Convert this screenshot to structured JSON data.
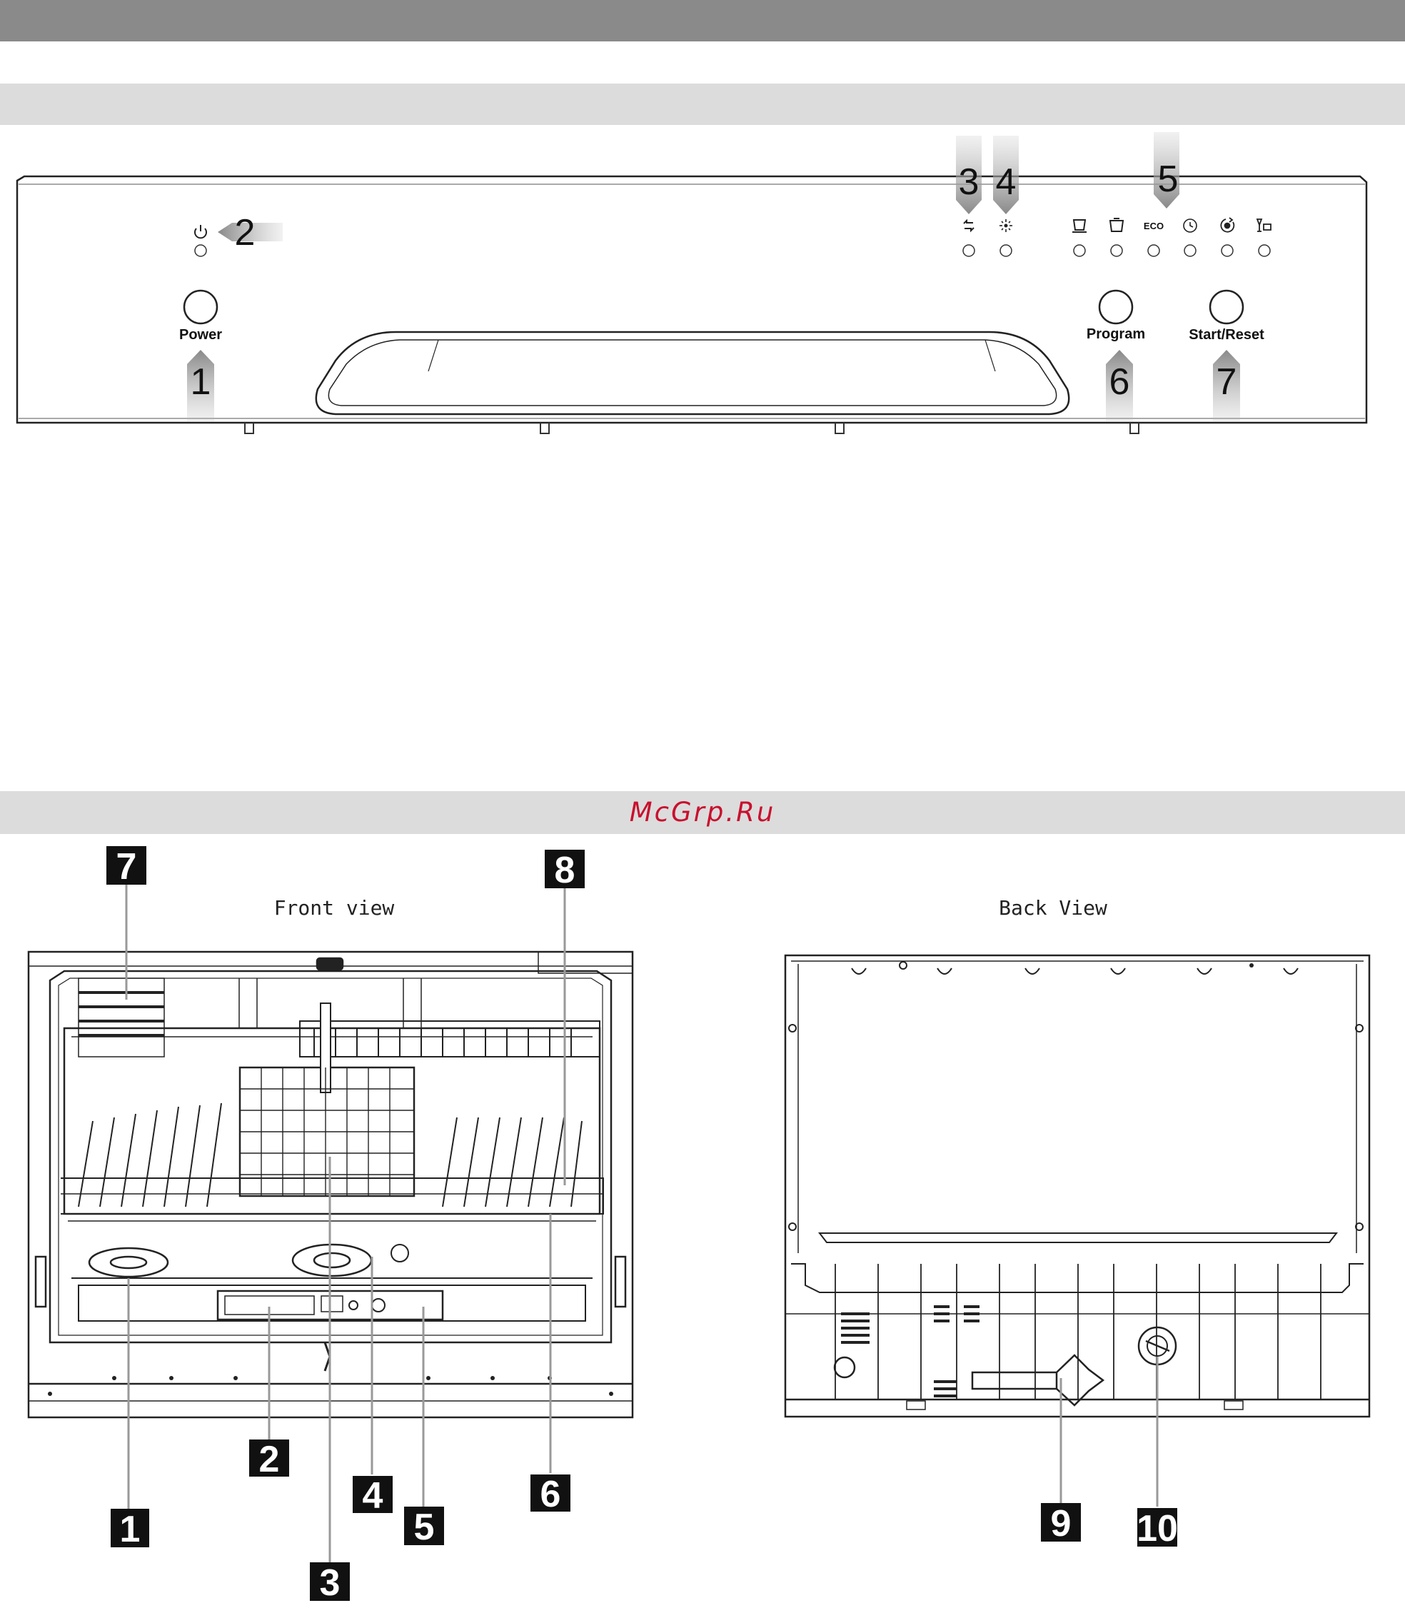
{
  "watermark": "McGrp.Ru",
  "panel": {
    "buttons": [
      {
        "label": "Power"
      },
      {
        "label": "Program"
      },
      {
        "label": "Start/Reset"
      }
    ],
    "indicator_text": "ECO",
    "callouts": [
      "1",
      "2",
      "3",
      "4",
      "5",
      "6",
      "7"
    ],
    "icons": [
      "power-icon",
      "rinse-aid-icon",
      "salt-icon",
      "intensive-icon",
      "normal-icon",
      "eco-icon",
      "quick-icon",
      "rapid-icon",
      "glass-icon"
    ]
  },
  "front_view": {
    "title": "Front view",
    "callouts": [
      "1",
      "2",
      "3",
      "4",
      "5",
      "6",
      "7",
      "8"
    ]
  },
  "back_view": {
    "title": "Back  View",
    "callouts": [
      "9",
      "10"
    ]
  }
}
